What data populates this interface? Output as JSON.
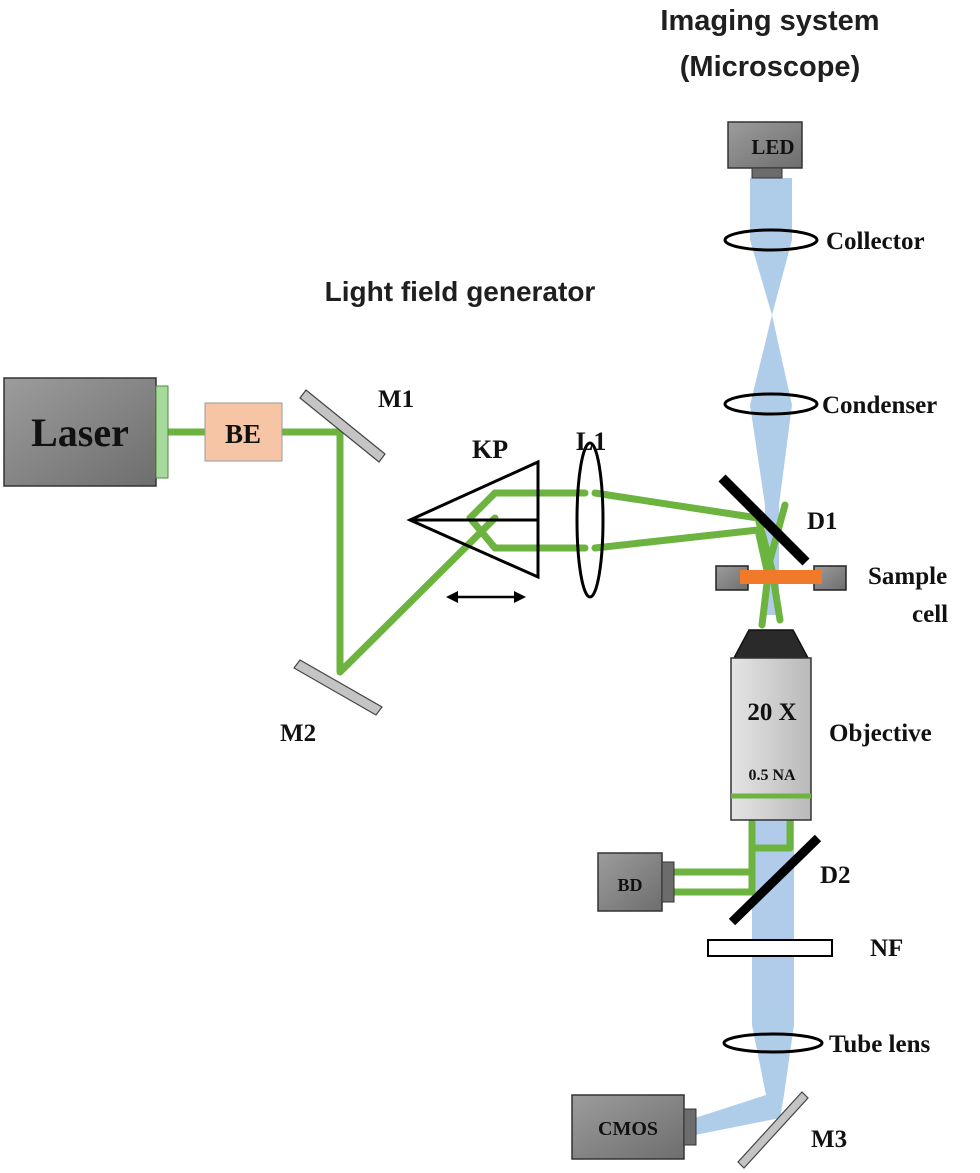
{
  "titles": {
    "imaging_line1": "Imaging system",
    "imaging_line2": "(Microscope)",
    "generator": "Light field generator"
  },
  "components": {
    "laser": "Laser",
    "be": "BE",
    "m1": "M1",
    "m2": "M2",
    "kp": "KP",
    "l1": "L1",
    "led": "LED",
    "collector": "Collector",
    "condenser": "Condenser",
    "d1": "D1",
    "sample_line1": "Sample",
    "sample_line2": "cell",
    "objective_mag": "20 X",
    "objective_na": "0.5 NA",
    "objective": "Objective",
    "bd": "BD",
    "d2": "D2",
    "nf": "NF",
    "tube_lens": "Tube lens",
    "cmos": "CMOS",
    "m3": "M3"
  },
  "colors": {
    "laser_beam": "#6cb33f",
    "illumination": "#a9c8e8",
    "sample": "#f07a2a",
    "device_fill": "#8a8a8a",
    "be_fill": "#f6c5a6"
  }
}
